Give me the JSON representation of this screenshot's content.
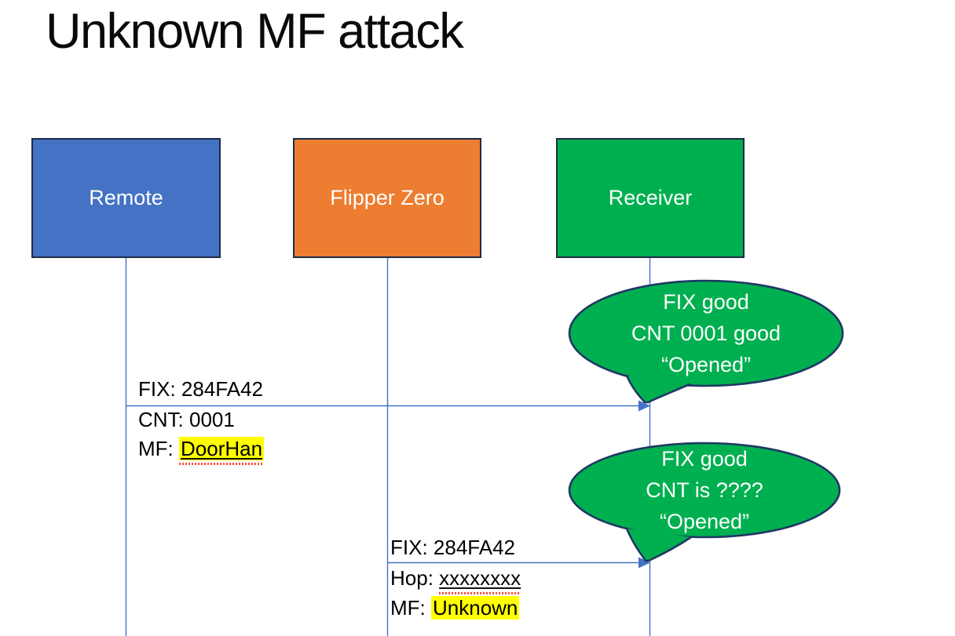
{
  "title": "Unknown MF attack",
  "colors": {
    "actor_blue": "#4472C4",
    "actor_orange": "#ED7D31",
    "actor_green": "#00B050",
    "box_outline": "#1c2b45",
    "callout_fill": "#00B050",
    "callout_outline": "#1F3864",
    "line_blue": "#4472C4",
    "highlight_yellow": "#FFFF00",
    "squiggle_red": "#FF4B2E",
    "text_white": "#FFFFFF",
    "text_black": "#000000"
  },
  "actors": [
    {
      "label": "Remote"
    },
    {
      "label": "Flipper Zero"
    },
    {
      "label": "Receiver"
    }
  ],
  "messages": [
    {
      "from": "Remote",
      "to": "Receiver",
      "lines": [
        {
          "prefix": "FIX: ",
          "value": "284FA42"
        },
        {
          "prefix": "CNT: ",
          "value": "0001"
        },
        {
          "prefix": "MF: ",
          "value": "DoorHan"
        }
      ]
    },
    {
      "from": "Flipper Zero",
      "to": "Receiver",
      "lines": [
        {
          "prefix": "FIX: ",
          "value": "284FA42"
        },
        {
          "prefix": "Hop: ",
          "value": "xxxxxxxx"
        },
        {
          "prefix": "MF: ",
          "value": "Unknown"
        }
      ]
    }
  ],
  "callouts": [
    {
      "lines": [
        "FIX good",
        "CNT 0001 good",
        "“Opened”"
      ]
    },
    {
      "lines": [
        "FIX good",
        "CNT is ????",
        "“Opened”"
      ]
    }
  ]
}
